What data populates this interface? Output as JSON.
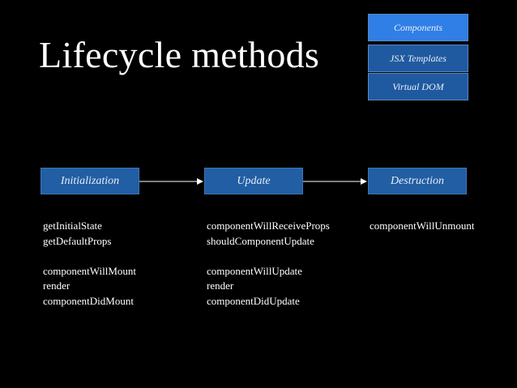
{
  "title": "Lifecycle methods",
  "nav": [
    {
      "label": "Components",
      "active": true
    },
    {
      "label": "JSX Templates",
      "active": false
    },
    {
      "label": "Virtual DOM",
      "active": false
    }
  ],
  "stages": [
    {
      "label": "Initialization",
      "groups": [
        [
          "getInitialState",
          "getDefaultProps"
        ],
        [
          "componentWillMount",
          "render",
          "componentDidMount"
        ]
      ]
    },
    {
      "label": "Update",
      "groups": [
        [
          "componentWillReceiveProps",
          "shouldComponentUpdate"
        ],
        [
          "componentWillUpdate",
          "render",
          "componentDidUpdate"
        ]
      ]
    },
    {
      "label": "Destruction",
      "groups": [
        [
          "componentWillUnmount"
        ]
      ]
    }
  ],
  "colors": {
    "background": "#000000",
    "nav_active": "#2f7fe6",
    "nav_inactive": "#1f5aa0",
    "stage_box": "#215ea3",
    "text": "#ffffff"
  }
}
